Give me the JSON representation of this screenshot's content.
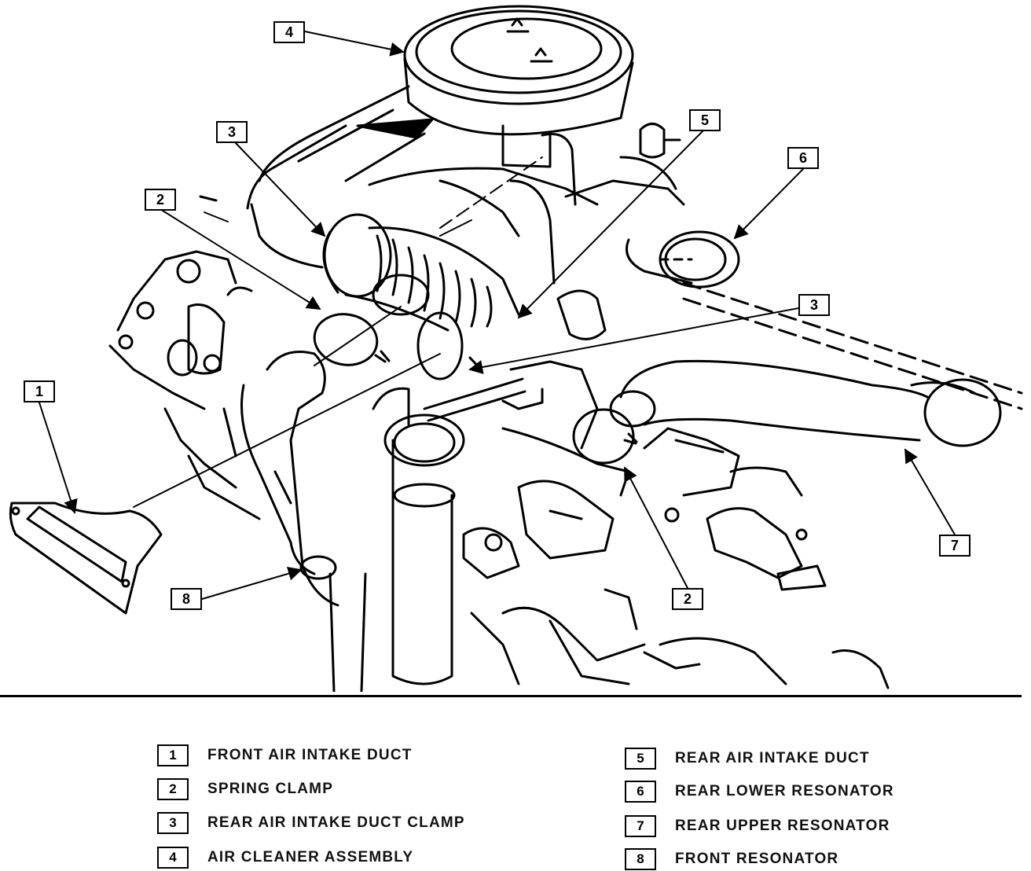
{
  "callouts": [
    {
      "id": "c4",
      "label": "4"
    },
    {
      "id": "c5",
      "label": "5"
    },
    {
      "id": "c3a",
      "label": "3"
    },
    {
      "id": "c6",
      "label": "6"
    },
    {
      "id": "c2a",
      "label": "2"
    },
    {
      "id": "c3b",
      "label": "3"
    },
    {
      "id": "c1",
      "label": "1"
    },
    {
      "id": "c7",
      "label": "7"
    },
    {
      "id": "c8",
      "label": "8"
    },
    {
      "id": "c2b",
      "label": "2"
    }
  ],
  "legend": [
    {
      "num": "1",
      "text": "FRONT AIR INTAKE DUCT"
    },
    {
      "num": "2",
      "text": "SPRING CLAMP"
    },
    {
      "num": "3",
      "text": "REAR AIR INTAKE DUCT CLAMP"
    },
    {
      "num": "4",
      "text": "AIR CLEANER ASSEMBLY"
    },
    {
      "num": "5",
      "text": "REAR  AIR INTAKE DUCT"
    },
    {
      "num": "6",
      "text": "REAR LOWER RESONATOR"
    },
    {
      "num": "7",
      "text": "REAR UPPER RESONATOR"
    },
    {
      "num": "8",
      "text": "FRONT RESONATOR"
    }
  ]
}
